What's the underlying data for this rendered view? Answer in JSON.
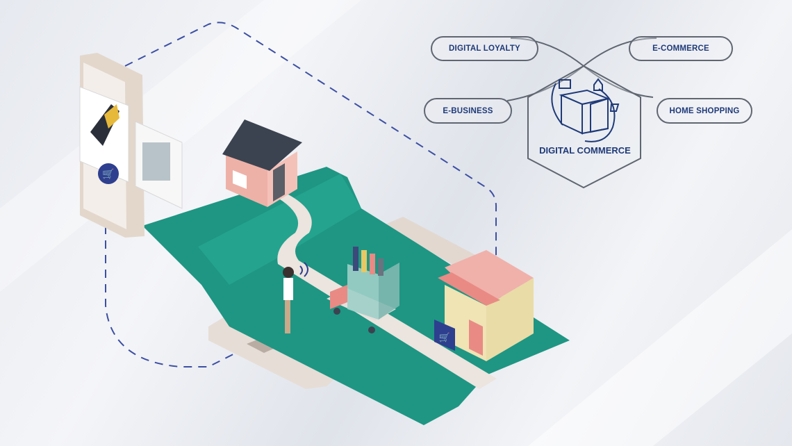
{
  "diagram": {
    "center": {
      "label": "DIGITAL COMMERCE",
      "icon": "open-box-icon"
    },
    "branches": [
      {
        "label": "DIGITAL LOYALTY"
      },
      {
        "label": "E-COMMERCE"
      },
      {
        "label": "E-BUSINESS"
      },
      {
        "label": "HOME SHOPPING"
      }
    ]
  },
  "colors": {
    "ground": "#1e9683",
    "accent": "#2e3f8f",
    "text": "#1f3a78",
    "house_wall": "#eeb1a7",
    "roof": "#3b4350",
    "shop_wall": "#f0e3b4"
  }
}
